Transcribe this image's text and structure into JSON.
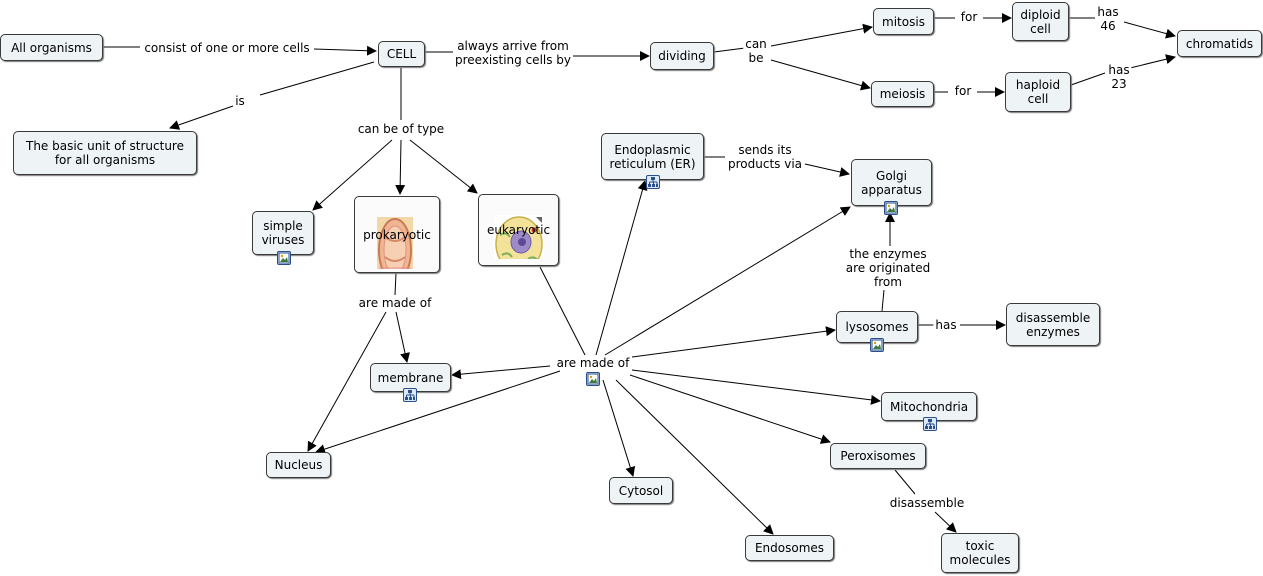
{
  "concept_map": {
    "nodes": {
      "all_organisms": "All organisms",
      "cell": "CELL",
      "basic_unit": "The basic unit of structure\nfor all organisms",
      "dividing": "dividing",
      "mitosis": "mitosis",
      "meiosis": "meiosis",
      "diploid": "diploid\ncell",
      "haploid": "haploid\ncell",
      "chromatids": "chromatids",
      "simple_viruses": "simple\nviruses",
      "prokaryotic": "prokaryotic",
      "eukaryotic": "eukaryotic",
      "er": "Endoplasmic\nreticulum (ER)",
      "golgi": "Golgi\napparatus",
      "lysosomes": "lysosomes",
      "disassemble_enzymes": "disassemble\nenzymes",
      "membrane": "membrane",
      "nucleus": "Nucleus",
      "mitochondria": "Mitochondria",
      "peroxisomes": "Peroxisomes",
      "cytosol": "Cytosol",
      "endosomes": "Endosomes",
      "toxic_molecules": "toxic\nmolecules"
    },
    "links": {
      "consist": "consist of one or more cells",
      "is": "is",
      "arrive": "always arrive from\npreexisting cells by",
      "can_be": "can\nbe",
      "for_mitosis": "for",
      "for_meiosis": "for",
      "has46": "has\n46",
      "has23": "has\n23",
      "type": "can be of type",
      "made_prok": "are made of",
      "made_euk": "are made of",
      "sends": "sends its\nproducts via",
      "enzymes_from": "the enzymes\nare originated\nfrom",
      "has_lys": "has",
      "disassemble": "disassemble"
    },
    "icons": {
      "image": "image-icon",
      "submap": "concept-map-icon"
    },
    "colors": {
      "node_fill": "#eef3f6",
      "node_border": "#3a3a3a",
      "line": "#000000",
      "background": "#ffffff"
    }
  }
}
